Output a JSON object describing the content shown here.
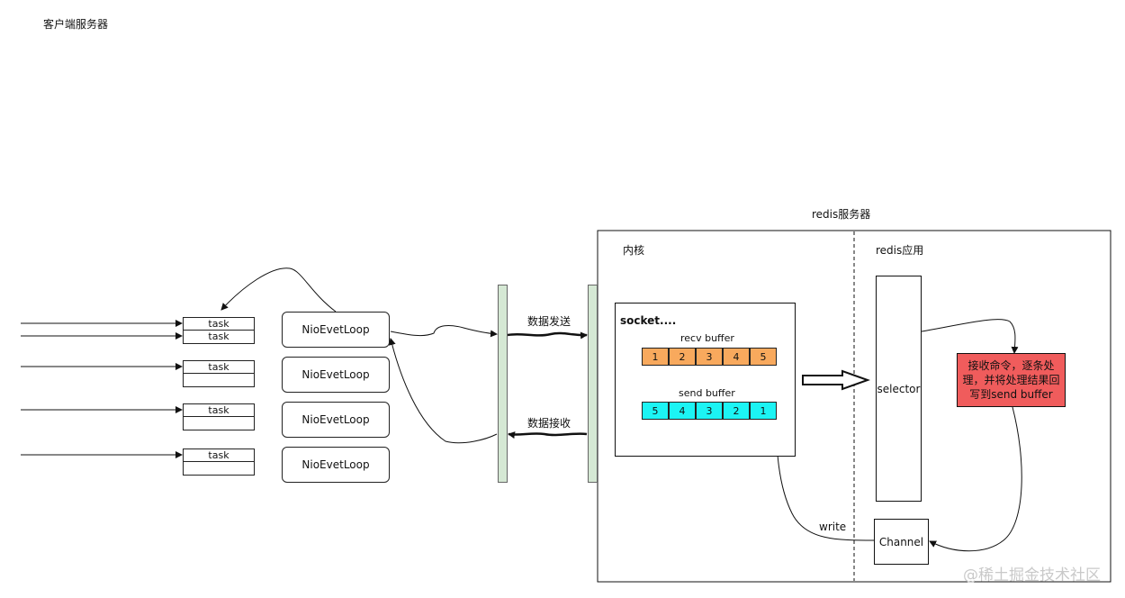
{
  "client": {
    "title": "客户端服务器"
  },
  "tasks": [
    {
      "row1": "task",
      "row2": "task"
    },
    {
      "row1": "task",
      "row2": ""
    },
    {
      "row1": "task",
      "row2": ""
    },
    {
      "row1": "task",
      "row2": ""
    }
  ],
  "loops": [
    "NioEvetLoop",
    "NioEvetLoop",
    "NioEvetLoop",
    "NioEvetLoop"
  ],
  "network": {
    "send_label": "数据发送",
    "recv_label": "数据接收"
  },
  "server": {
    "title": "redis服务器",
    "kernel_label": "内核",
    "app_label": "redis应用",
    "socket_label": "socket....",
    "recv_buffer_label": "recv buffer",
    "recv_cells": [
      "1",
      "2",
      "3",
      "4",
      "5"
    ],
    "send_buffer_label": "send buffer",
    "send_cells": [
      "5",
      "4",
      "3",
      "2",
      "1"
    ],
    "selector_label": "selector",
    "process_text": "接收命令，逐条处理，并将处理结果回写到send buffer",
    "channel_label": "Channel",
    "write_label": "write"
  },
  "watermark": "@稀土掘金技术社区",
  "colors": {
    "recv_cell": "#f8a95d",
    "send_cell": "#1cf4f4",
    "process_box": "#f05c5c",
    "bar_fill": "#d5e8d4"
  }
}
